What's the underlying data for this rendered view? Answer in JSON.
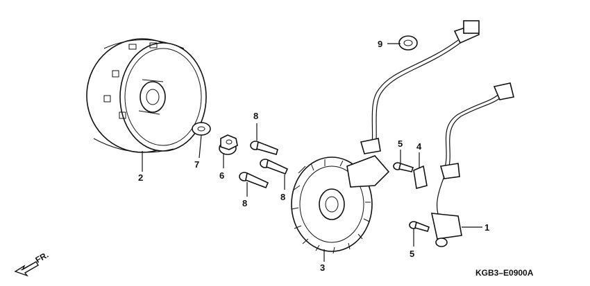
{
  "callouts": [
    {
      "id": "callout-2",
      "number": "2"
    },
    {
      "id": "callout-7",
      "number": "7"
    },
    {
      "id": "callout-6",
      "number": "6"
    },
    {
      "id": "callout-8a",
      "number": "8"
    },
    {
      "id": "callout-8b",
      "number": "8"
    },
    {
      "id": "callout-8c",
      "number": "8"
    },
    {
      "id": "callout-3",
      "number": "3"
    },
    {
      "id": "callout-5a",
      "number": "5"
    },
    {
      "id": "callout-4",
      "number": "4"
    },
    {
      "id": "callout-5b",
      "number": "5"
    },
    {
      "id": "callout-1",
      "number": "1"
    },
    {
      "id": "callout-9",
      "number": "9"
    }
  ],
  "front_indicator": "FR.",
  "drawing_code": "KGB3–E0900A",
  "colors": {
    "ink": "#111111",
    "paper": "#ffffff"
  }
}
